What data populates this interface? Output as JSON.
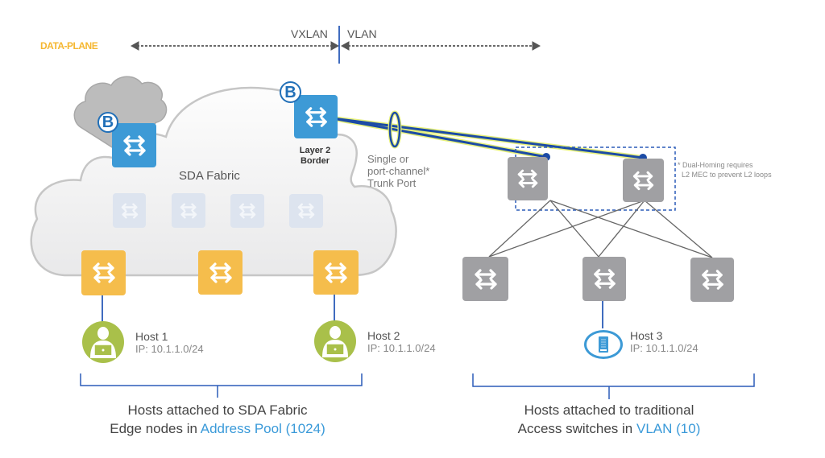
{
  "header": {
    "data_plane_label": "DATA-PLANE",
    "vxlan_label": "VXLAN",
    "vlan_label": "VLAN"
  },
  "fabric": {
    "label": "SDA Fabric",
    "border_badge": "B",
    "external_border_badge": "B",
    "layer2_border_label_line1": "Layer 2",
    "layer2_border_label_line2": "Border"
  },
  "trunk": {
    "line1": "Single or",
    "line2": "port-channel*",
    "line3": "Trunk Port"
  },
  "note": {
    "line1": "* Dual-Homing requires",
    "line2": "L2 MEC to prevent L2 loops"
  },
  "hosts": [
    {
      "name": "Host 1",
      "ip": "IP: 10.1.1.0/24",
      "icon": "user-laptop-icon"
    },
    {
      "name": "Host 2",
      "ip": "IP: 10.1.1.0/24",
      "icon": "user-laptop-icon"
    },
    {
      "name": "Host 3",
      "ip": "IP: 10.1.1.0/24",
      "icon": "server-icon"
    }
  ],
  "captions": {
    "left_line1": "Hosts attached to SDA Fabric",
    "left_line2_prefix": "Edge nodes in ",
    "left_line2_highlight": "Address Pool (1024)",
    "right_line1": "Hosts attached to traditional",
    "right_line2_prefix": "Access switches in ",
    "right_line2_highlight": "VLAN (10)"
  },
  "colors": {
    "border_node": "#3d9ad6",
    "edge_node": "#f5bd4c",
    "intermediate_node": "#dde4ef",
    "traditional_switch": "#a0a0a3",
    "host_user": "#a9c04a",
    "host_server": "#3d9ad6",
    "trunk_link": "#1c4ba5",
    "data_plane": "#f5b731",
    "highlight_text": "#3a9ad9"
  }
}
